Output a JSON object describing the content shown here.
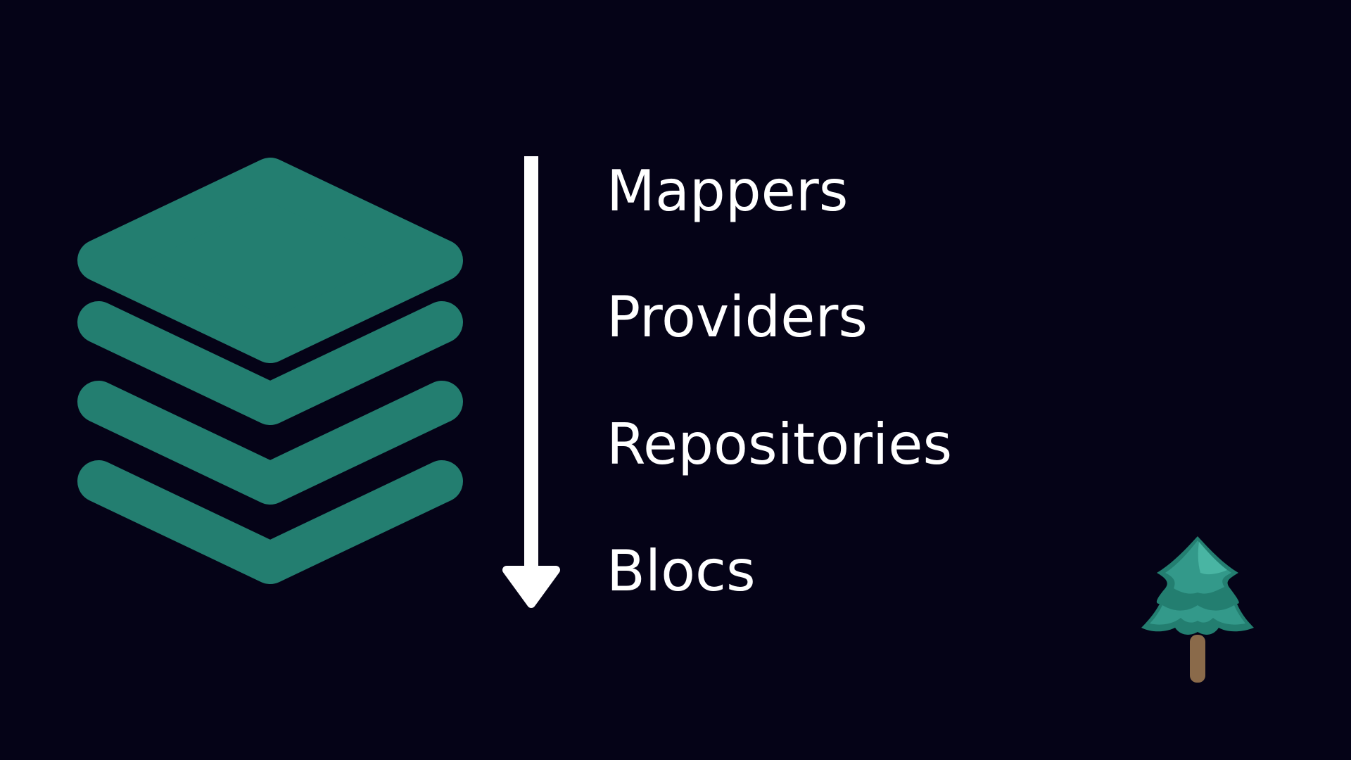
{
  "layers": [
    {
      "label": "Mappers"
    },
    {
      "label": "Providers"
    },
    {
      "label": "Repositories"
    },
    {
      "label": "Blocs"
    }
  ],
  "icons": {
    "stack": "layers-stack-icon",
    "arrow": "arrow-down-icon",
    "tree": "evergreen-tree-icon"
  },
  "colors": {
    "background": "#050317",
    "stack": "#237e70",
    "text": "#ffffff",
    "tree_dark": "#237e70",
    "tree_mid": "#33998a",
    "tree_light": "#49b5a3",
    "trunk": "#8a6a4a"
  }
}
